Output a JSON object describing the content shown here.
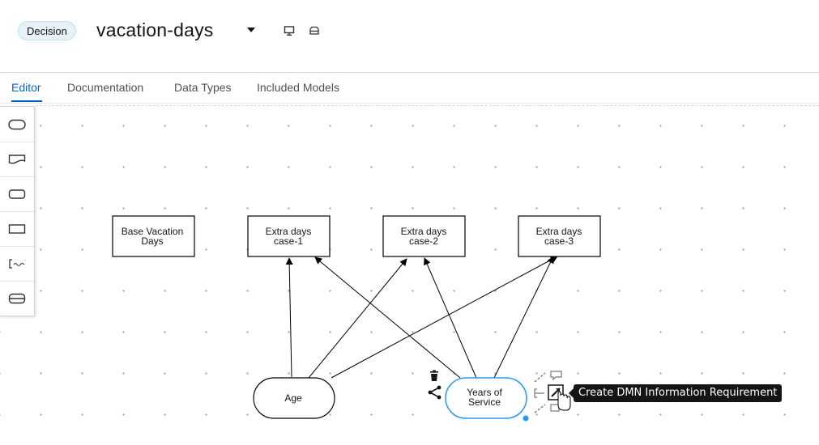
{
  "header": {
    "badge": "Decision",
    "title": "vacation-days"
  },
  "tabs": [
    {
      "label": "Editor",
      "active": true
    },
    {
      "label": "Documentation",
      "active": false
    },
    {
      "label": "Data Types",
      "active": false
    },
    {
      "label": "Included Models",
      "active": false
    }
  ],
  "palette": {
    "items": [
      "decision-shape-icon",
      "input-data-shape-icon",
      "knowledge-source-shape-icon",
      "business-knowledge-model-shape-icon",
      "text-annotation-shape-icon",
      "decision-service-shape-icon"
    ]
  },
  "diagram": {
    "decisions": [
      {
        "line1": "Base Vacation",
        "line2": "Days"
      },
      {
        "line1": "Extra days",
        "line2": "case-1"
      },
      {
        "line1": "Extra days",
        "line2": "case-2"
      },
      {
        "line1": "Extra days",
        "line2": "case-3"
      }
    ],
    "inputs": [
      {
        "line1": "Age",
        "line2": ""
      },
      {
        "line1": "Years of",
        "line2": "Service"
      }
    ]
  },
  "tooltip": {
    "text": "Create DMN Information Requirement"
  },
  "colors": {
    "accent": "#0066cc",
    "selected_border": "#2b9af3"
  }
}
